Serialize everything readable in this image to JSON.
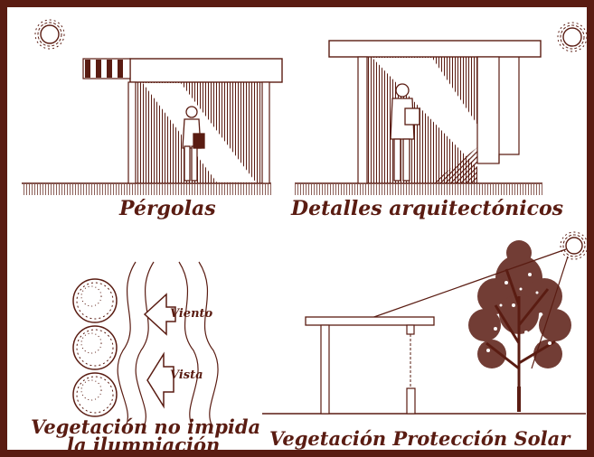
{
  "panels": {
    "pergolas": {
      "caption": "Pérgolas"
    },
    "detalles": {
      "caption": "Detalles arquitectónicos"
    },
    "vegetacion_iluminacion": {
      "caption_line1": "Vegetación no impida",
      "caption_line2": "la ilumniación",
      "label_viento": "Viento",
      "label_vista": "Vista"
    },
    "proteccion_solar": {
      "caption": "Vegetación Protección Solar"
    }
  },
  "colors": {
    "ink": "#5a1c12",
    "border": "#5a1c12",
    "background": "#ffffff"
  },
  "icons": [
    "sun-icon",
    "person-icon",
    "tree-icon",
    "shrub-icon",
    "arrow-icon"
  ]
}
